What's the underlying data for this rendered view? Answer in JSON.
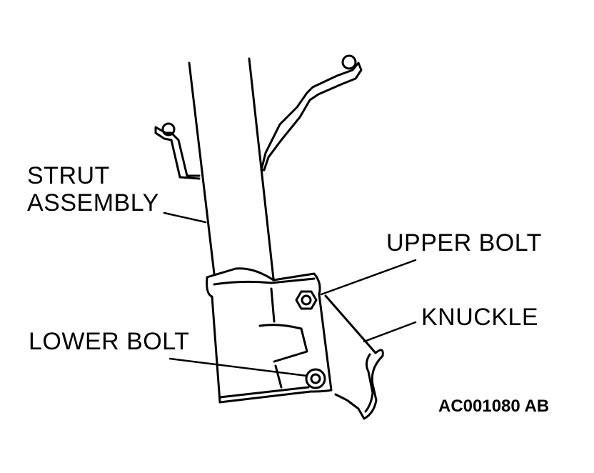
{
  "labels": {
    "strut_line1": "STRUT",
    "strut_line2": "ASSEMBLY",
    "upper_bolt": "UPPER BOLT",
    "knuckle": "KNUCKLE",
    "lower_bolt": "LOWER BOLT",
    "figure_ref": "AC001080 AB"
  },
  "colors": {
    "ink": "#000000",
    "paper": "#ffffff"
  }
}
